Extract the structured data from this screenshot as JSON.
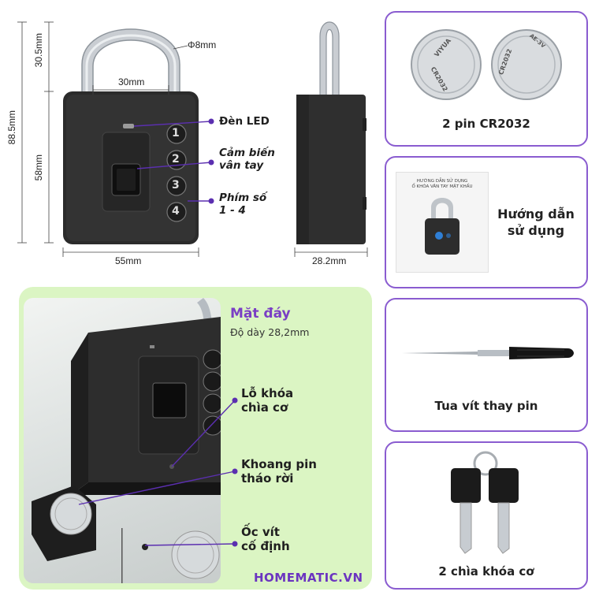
{
  "dimensions": {
    "shackle_diameter": "Φ8mm",
    "shackle_height": "30.5mm",
    "total_height": "88.5mm",
    "body_height": "58mm",
    "shackle_width": "30mm",
    "body_width": "55mm",
    "thickness": "28.2mm"
  },
  "front_callouts": {
    "led": "Đèn LED",
    "sensor_line1": "Cảm biến",
    "sensor_line2": "vân tay",
    "keys_line1": "Phím số",
    "keys_line2": "1 - 4"
  },
  "keypad": [
    "1",
    "2",
    "3",
    "4"
  ],
  "bottom_view": {
    "title": "Mặt đáy",
    "subtitle": "Độ dày 28,2mm",
    "callout_keyhole_1": "Lỗ khóa",
    "callout_keyhole_2": "chìa cơ",
    "callout_battery_1": "Khoang pin",
    "callout_battery_2": "tháo rời",
    "callout_screw_1": "Ốc vít",
    "callout_screw_2": "cố định",
    "brand": "HOMEMATIC.VN"
  },
  "cards": {
    "battery": "2 pin CR2032",
    "manual_line1": "Hướng dẫn",
    "manual_line2": "sử dụng",
    "manual_doc_line1": "HƯỚNG DẪN SỬ DỤNG",
    "manual_doc_line2": "Ổ KHÓA VÂN TAY MẶT KHẨU",
    "screwdriver": "Tua vít thay pin",
    "keys": "2 chìa khóa cơ"
  },
  "coin_text": {
    "model": "CR2032",
    "brand": "VIYUA",
    "volt": "AE-3V"
  },
  "colors": {
    "accent": "#8a5cd0",
    "brand": "#6b34c0",
    "panel": "#dbf5c3",
    "lock_body": "#2b2b2b",
    "callout_dot": "#5b2fb0"
  }
}
